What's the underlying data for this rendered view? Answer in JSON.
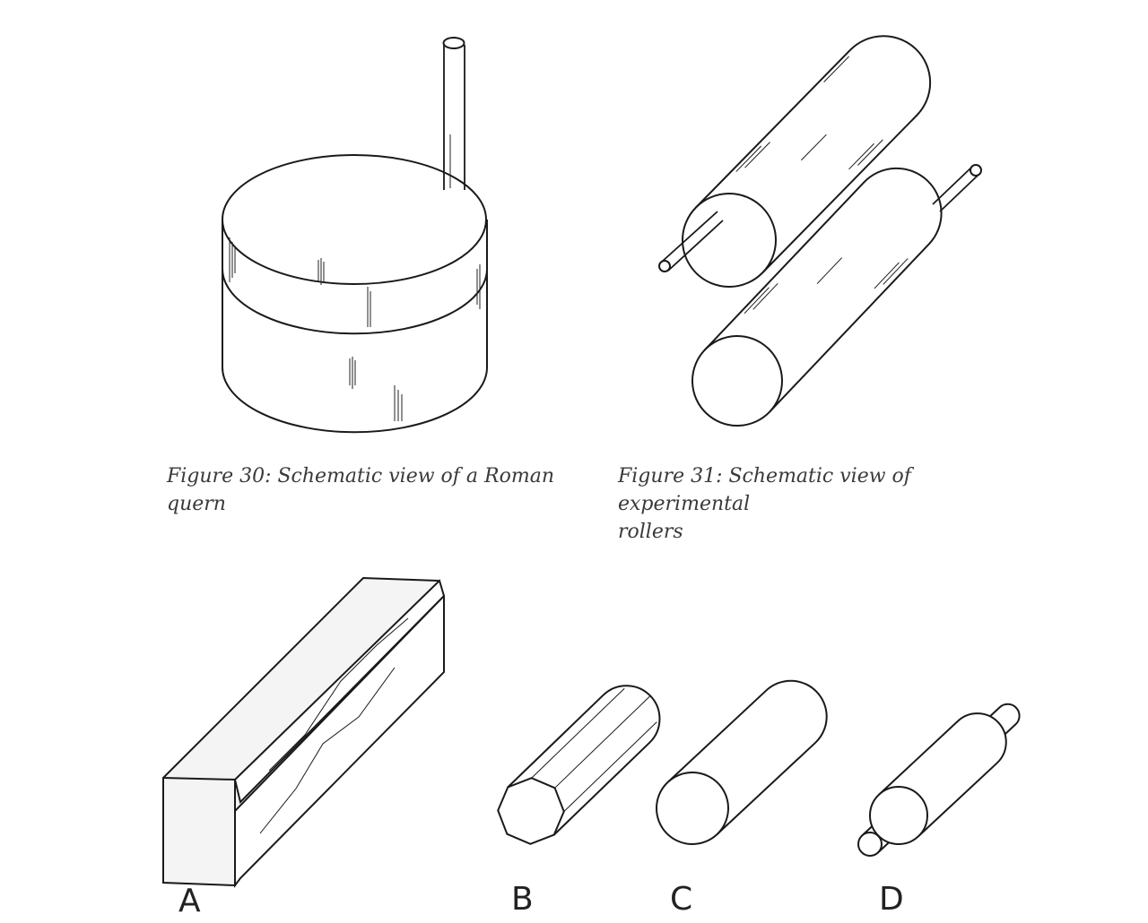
{
  "figures": [
    {
      "caption_line1": "Figure 30: Schematic view of a Roman",
      "caption_line2": "quern"
    },
    {
      "caption_line1": "Figure 31: Schematic view of experimental",
      "caption_line2": "rollers"
    }
  ],
  "labels": {
    "a": "A",
    "b": "B",
    "c": "C",
    "d": "D"
  },
  "colors": {
    "ink": "#1a1a1a",
    "caption": "#3a3a3a"
  }
}
